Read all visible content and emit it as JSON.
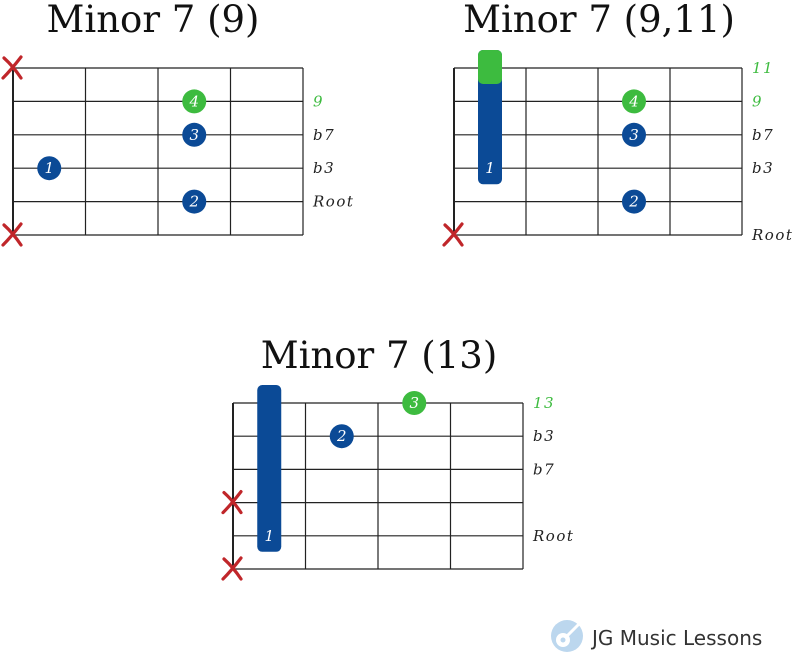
{
  "colors": {
    "blue": "#0b4a96",
    "green": "#3dbb3f",
    "mute": "#c0262a",
    "line": "#222222"
  },
  "brand": {
    "text": "JG Music Lessons",
    "icon": "guitar-icon"
  },
  "charts": [
    {
      "title": "Minor 7 (9)",
      "muted_strings": [
        1,
        6
      ],
      "barre": null,
      "dots": [
        {
          "string": 2,
          "fret": 3,
          "finger": "4",
          "color": "green"
        },
        {
          "string": 3,
          "fret": 3,
          "finger": "3",
          "color": "blue"
        },
        {
          "string": 4,
          "fret": 1,
          "finger": "1",
          "color": "blue"
        },
        {
          "string": 5,
          "fret": 3,
          "finger": "2",
          "color": "blue"
        }
      ],
      "intervals": [
        {
          "string": 2,
          "label": "9",
          "highlight": true
        },
        {
          "string": 3,
          "label": "b7",
          "highlight": false
        },
        {
          "string": 4,
          "label": "b3",
          "highlight": false
        },
        {
          "string": 5,
          "label": "Root",
          "highlight": false
        }
      ]
    },
    {
      "title": "Minor 7 (9,11)",
      "muted_strings": [
        6
      ],
      "barre": {
        "fret": 1,
        "from_string": 1,
        "to_string": 4,
        "finger": "1",
        "top_green": true
      },
      "dots": [
        {
          "string": 2,
          "fret": 3,
          "finger": "4",
          "color": "green"
        },
        {
          "string": 3,
          "fret": 3,
          "finger": "3",
          "color": "blue"
        },
        {
          "string": 5,
          "fret": 3,
          "finger": "2",
          "color": "blue"
        }
      ],
      "intervals": [
        {
          "string": 1,
          "label": "11",
          "highlight": true
        },
        {
          "string": 2,
          "label": "9",
          "highlight": true
        },
        {
          "string": 3,
          "label": "b7",
          "highlight": false
        },
        {
          "string": 4,
          "label": "b3",
          "highlight": false
        },
        {
          "string": 6,
          "label": "Root",
          "highlight": false
        }
      ]
    },
    {
      "title": "Minor 7 (13)",
      "muted_strings": [
        4,
        6
      ],
      "barre": {
        "fret": 1,
        "from_string": 1,
        "to_string": 5,
        "finger": "1",
        "top_green": false
      },
      "dots": [
        {
          "string": 1,
          "fret": 3,
          "finger": "3",
          "color": "green"
        },
        {
          "string": 2,
          "fret": 2,
          "finger": "2",
          "color": "blue"
        }
      ],
      "intervals": [
        {
          "string": 1,
          "label": "13",
          "highlight": true
        },
        {
          "string": 2,
          "label": "b3",
          "highlight": false
        },
        {
          "string": 3,
          "label": "b7",
          "highlight": false
        },
        {
          "string": 5,
          "label": "Root",
          "highlight": false
        }
      ]
    }
  ]
}
